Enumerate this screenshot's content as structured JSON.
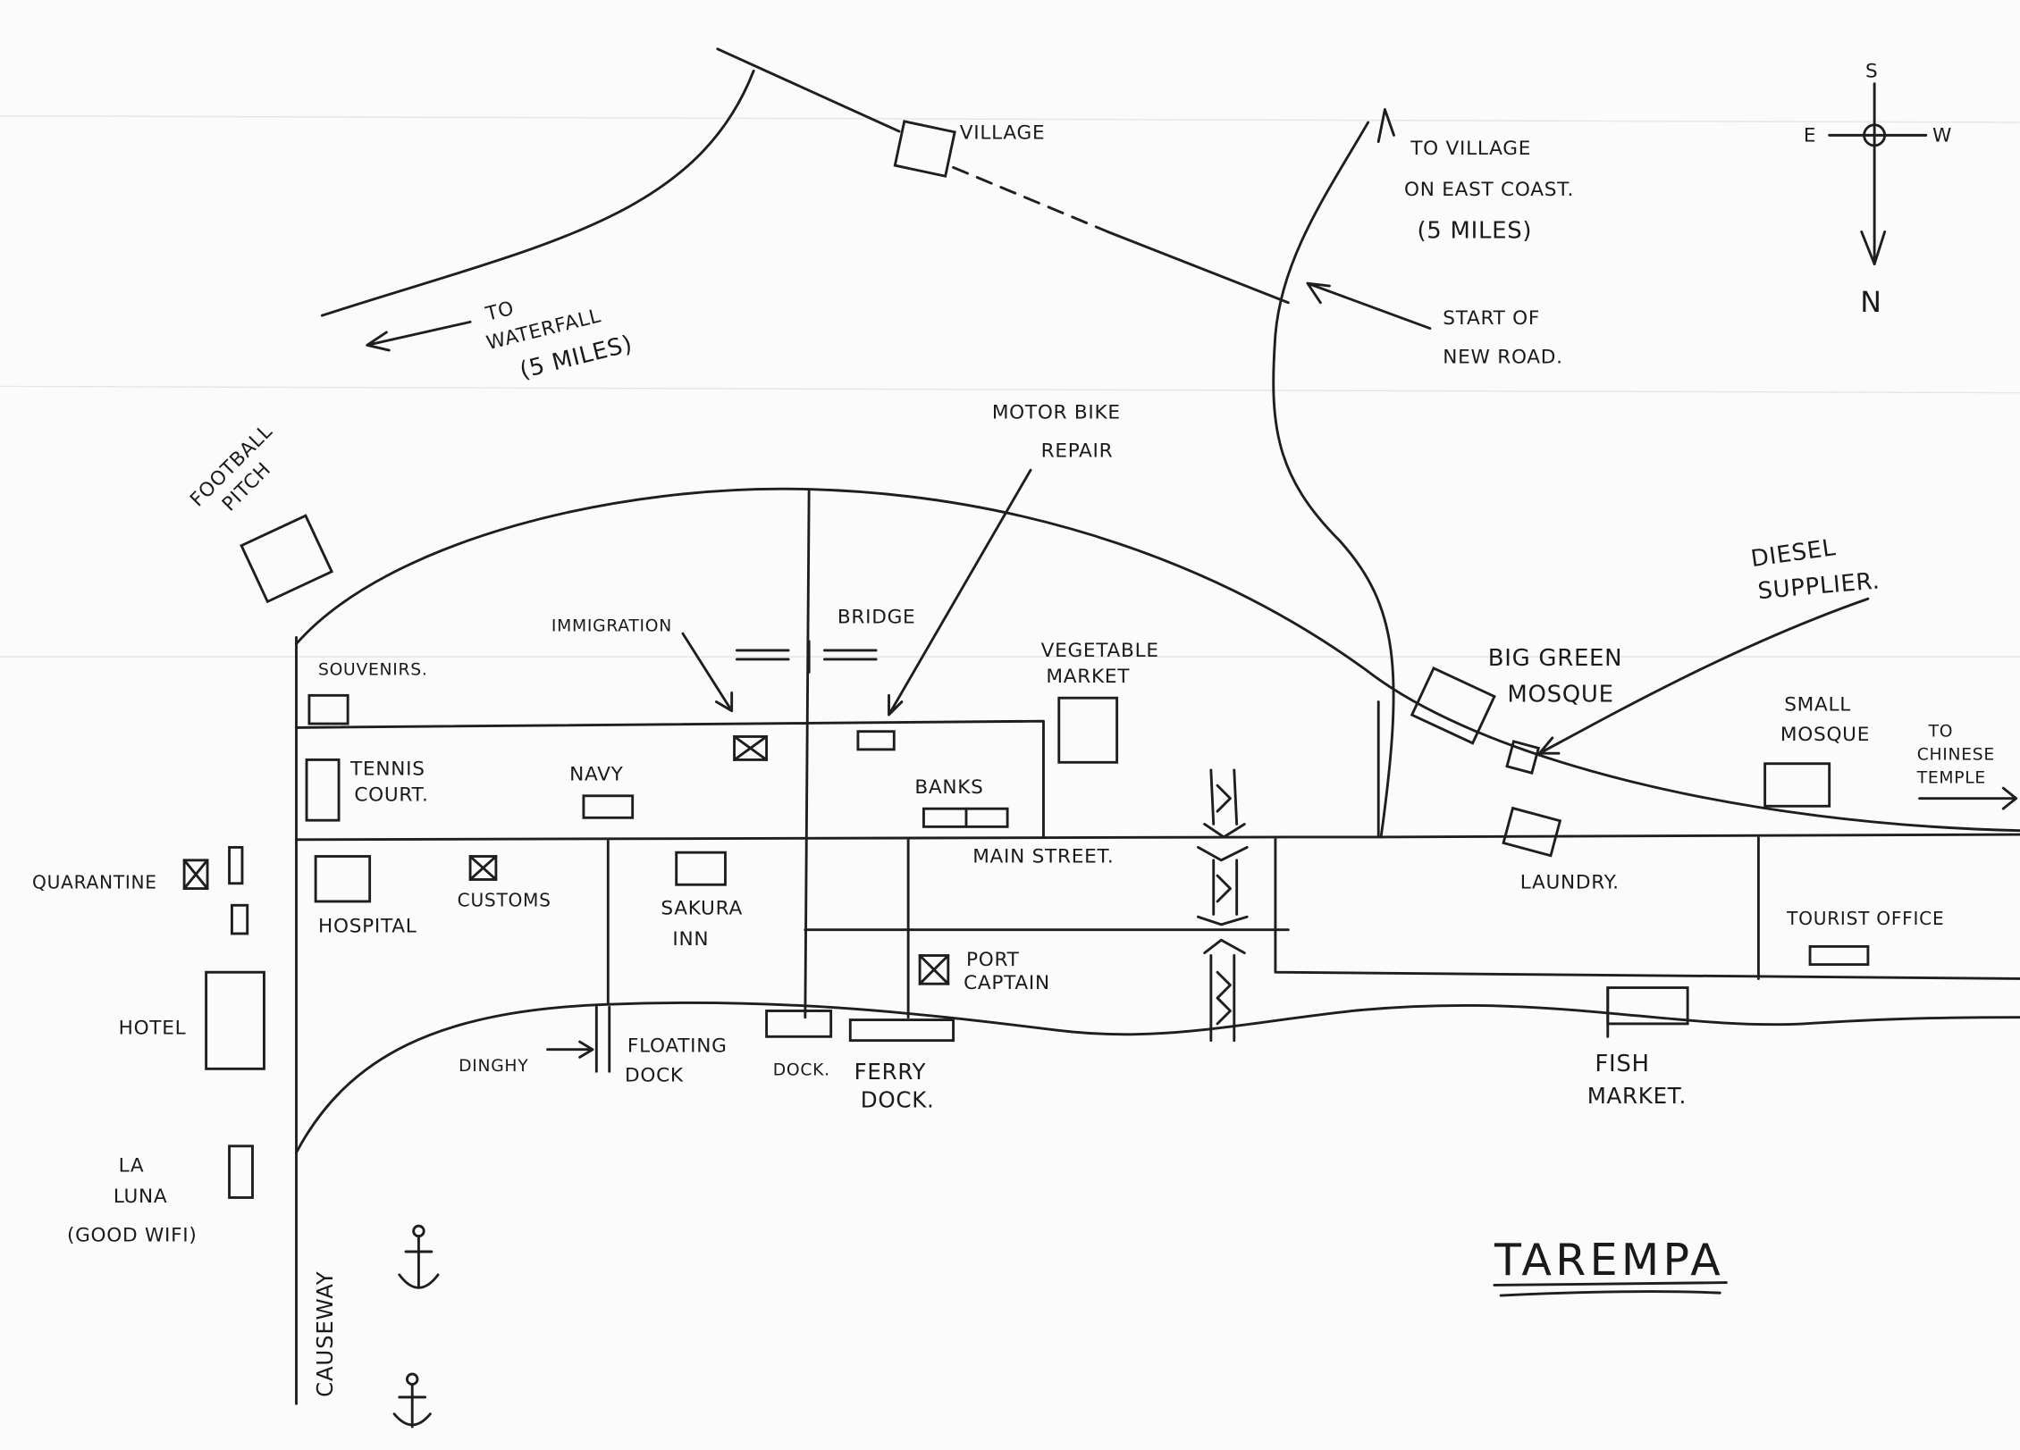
{
  "title": "TAREMPA",
  "compass": {
    "top": "S",
    "left": "E",
    "right": "W",
    "bottom": "N"
  },
  "labels": {
    "village": "VILLAGE",
    "to_village_1": "TO VILLAGE",
    "to_village_2": "ON EAST COAST.",
    "to_village_3": "(5 MILES)",
    "to_waterfall_1": "TO",
    "to_waterfall_2": "WATERFALL",
    "to_waterfall_3": "(5 MILES)",
    "start_new_road_1": "START OF",
    "start_new_road_2": "NEW ROAD.",
    "motor_bike_1": "MOTOR BIKE",
    "motor_bike_2": "REPAIR",
    "football_1": "FOOTBALL",
    "football_2": "PITCH",
    "diesel_1": "DIESEL",
    "diesel_2": "SUPPLIER.",
    "immigration": "IMMIGRATION",
    "bridge": "BRIDGE",
    "vegetable_1": "VEGETABLE",
    "vegetable_2": "MARKET",
    "big_mosque_1": "BIG GREEN",
    "big_mosque_2": "MOSQUE",
    "small_mosque_1": "SMALL",
    "small_mosque_2": "MOSQUE",
    "chinese_1": "TO",
    "chinese_2": "CHINESE",
    "chinese_3": "TEMPLE",
    "souvenirs": "SOUVENIRS.",
    "tennis_1": "TENNIS",
    "tennis_2": "COURT.",
    "navy": "NAVY",
    "banks": "BANKS",
    "main_street": "MAIN STREET.",
    "quarantine": "QUARANTINE",
    "customs": "CUSTOMS",
    "hospital": "HOSPITAL",
    "sakura_1": "SAKURA",
    "sakura_2": "INN",
    "laundry": "LAUNDRY.",
    "tourist_office": "TOURIST OFFICE",
    "port_captain_1": "PORT",
    "port_captain_2": "CAPTAIN",
    "hotel": "HOTEL",
    "dinghy": "DINGHY",
    "floating_dock_1": "FLOATING",
    "floating_dock_2": "DOCK",
    "dock": "DOCK.",
    "ferry_dock_1": "FERRY",
    "ferry_dock_2": "DOCK.",
    "fish_market_1": "FISH",
    "fish_market_2": "MARKET.",
    "la_luna_1": "LA",
    "la_luna_2": "LUNA",
    "la_luna_3": "(GOOD WIFI)",
    "causeway": "CAUSEWAY"
  }
}
